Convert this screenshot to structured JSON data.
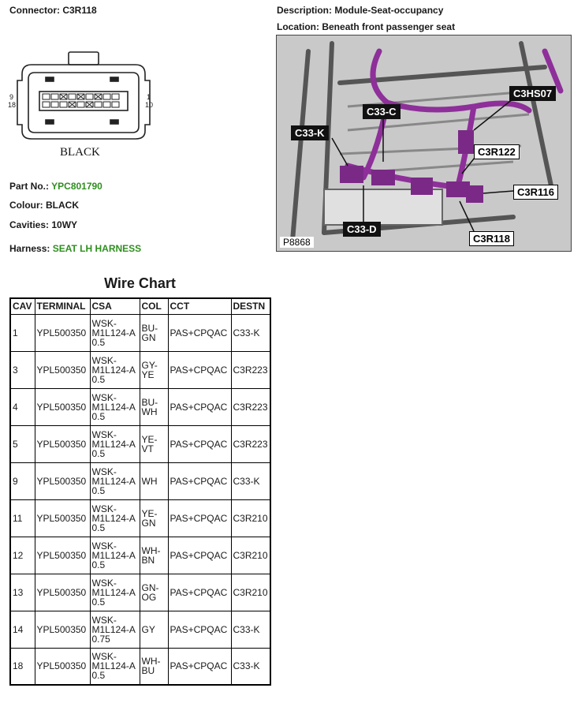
{
  "header": {
    "connector_label": "Connector:",
    "connector_value": "C3R118",
    "description_label": "Description:",
    "description_value": "Module-Seat-occupancy",
    "location_label": "Location:",
    "location_value": "Beneath front passenger seat"
  },
  "connector_drawing": {
    "pin_9": "9",
    "pin_18": "18",
    "pin_1": "1",
    "pin_10": "10",
    "color_caption": "BLACK"
  },
  "details": {
    "part_no_label": "Part No.:",
    "part_no_value": "YPC801790",
    "colour_label": "Colour:",
    "colour_value": "BLACK",
    "cavities_label": "Cavities:",
    "cavities_value": "10WY",
    "harness_label": "Harness:",
    "harness_value": "SEAT LH HARNESS"
  },
  "photo": {
    "callouts": [
      "C3HS07",
      "C33-C",
      "C33-K",
      "C3R122",
      "C3R116",
      "C33-D",
      "C3R118"
    ],
    "figure_code": "P8868"
  },
  "wire_chart": {
    "title": "Wire Chart",
    "columns": [
      "CAV",
      "TERMINAL",
      "CSA",
      "COL",
      "CCT",
      "DESTN"
    ],
    "rows": [
      [
        "1",
        "YPL500350",
        "WSK-\nM1L124-A\n0.5",
        "BU-\nGN",
        "PAS+CPQAC",
        "C33-K"
      ],
      [
        "3",
        "YPL500350",
        "WSK-\nM1L124-A\n0.5",
        "GY-\nYE",
        "PAS+CPQAC",
        "C3R223"
      ],
      [
        "4",
        "YPL500350",
        "WSK-\nM1L124-A\n0.5",
        "BU-\nWH",
        "PAS+CPQAC",
        "C3R223"
      ],
      [
        "5",
        "YPL500350",
        "WSK-\nM1L124-A\n0.5",
        "YE-\nVT",
        "PAS+CPQAC",
        "C3R223"
      ],
      [
        "9",
        "YPL500350",
        "WSK-\nM1L124-A\n0.5",
        "WH",
        "PAS+CPQAC",
        "C33-K"
      ],
      [
        "11",
        "YPL500350",
        "WSK-\nM1L124-A\n0.5",
        "YE-\nGN",
        "PAS+CPQAC",
        "C3R210"
      ],
      [
        "12",
        "YPL500350",
        "WSK-\nM1L124-A\n0.5",
        "WH-\nBN",
        "PAS+CPQAC",
        "C3R210"
      ],
      [
        "13",
        "YPL500350",
        "WSK-\nM1L124-A\n0.5",
        "GN-\nOG",
        "PAS+CPQAC",
        "C3R210"
      ],
      [
        "14",
        "YPL500350",
        "WSK-\nM1L124-A\n0.75",
        "GY",
        "PAS+CPQAC",
        "C33-K"
      ],
      [
        "18",
        "YPL500350",
        "WSK-\nM1L124-A\n0.5",
        "WH-\nBU",
        "PAS+CPQAC",
        "C33-K"
      ]
    ]
  }
}
